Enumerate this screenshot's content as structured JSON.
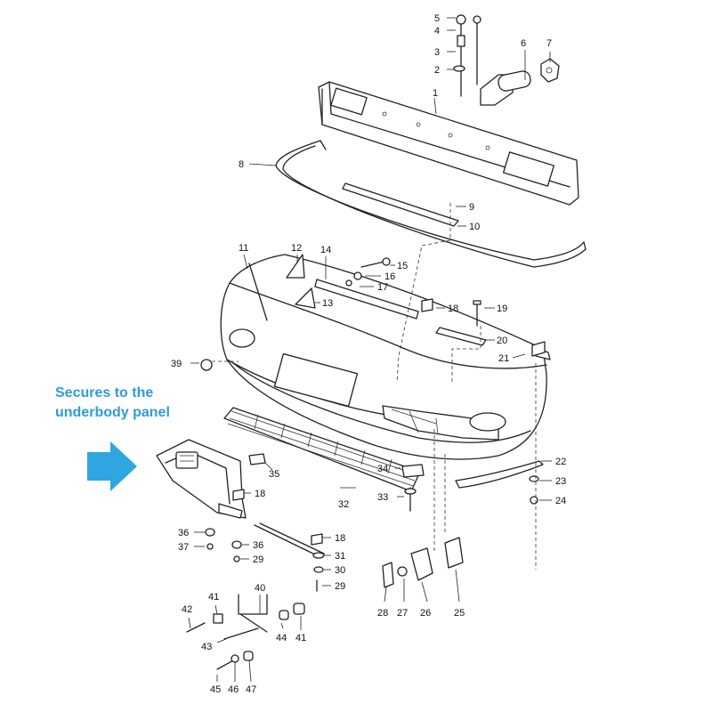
{
  "annotation": {
    "lines": [
      "Secures to the",
      "underbody panel"
    ],
    "arrow_color": "#2fa6df",
    "text_color": "#2f9bd6"
  },
  "callouts": {
    "c1": "1",
    "c2": "2",
    "c3": "3",
    "c4": "4",
    "c5": "5",
    "c6": "6",
    "c7": "7",
    "c8": "8",
    "c9": "9",
    "c10": "10",
    "c11": "11",
    "c12": "12",
    "c13": "13",
    "c14": "14",
    "c15": "15",
    "c16": "16",
    "c17": "17",
    "c18a": "18",
    "c18b": "18",
    "c18c": "18",
    "c19": "19",
    "c20": "20",
    "c21": "21",
    "c22": "22",
    "c23": "23",
    "c24": "24",
    "c25": "25",
    "c26": "26",
    "c27": "27",
    "c28": "28",
    "c29a": "29",
    "c29b": "29",
    "c30": "30",
    "c31": "31",
    "c32": "32",
    "c33": "33",
    "c34": "34",
    "c35": "35",
    "c36a": "36",
    "c36b": "36",
    "c37": "37",
    "c39": "39",
    "c40": "40",
    "c41a": "41",
    "c41b": "41",
    "c42": "42",
    "c43": "43",
    "c44": "44",
    "c45": "45",
    "c46": "46",
    "c47": "47"
  }
}
